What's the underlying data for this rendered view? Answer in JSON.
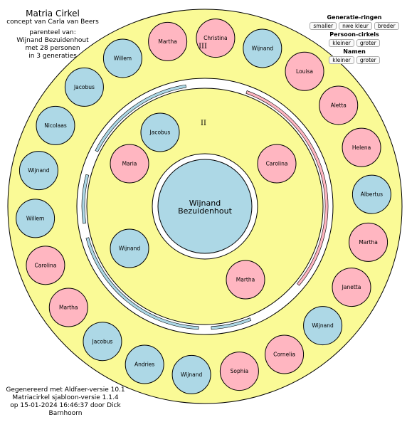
{
  "title": "Matria Cirkel",
  "subtitle": "concept van Carla van Beers",
  "info": {
    "line1": "parenteel van:",
    "line2": "Wijnand Bezuidenhout",
    "line3": "met 28 personen",
    "line4": "in 3 generaties"
  },
  "controls": {
    "generations": {
      "label": "Generatie-ringen",
      "smaller": "smaller",
      "new_color": "nwe kleur",
      "wider": "breder"
    },
    "persons": {
      "label": "Persoon-cirkels",
      "smaller": "kleiner",
      "larger": "groter"
    },
    "names": {
      "label": "Namen",
      "smaller": "kleiner",
      "larger": "groter"
    }
  },
  "footer": {
    "line1": "Gegenereerd met Aldfaer-versie 10.1",
    "line2": "Matriacirkel sjabloon-versie 1.1.4",
    "line3": "op 15-01-2024 16:46:37 door Dick Barnhoorn"
  },
  "colors": {
    "outer_ring": "#fafa96",
    "male": "#add8e6",
    "female": "#ffb6c1",
    "stroke": "#000000"
  },
  "generation_labels": {
    "gen2": "II",
    "gen3": "III"
  },
  "root": {
    "line1": "Wijnand",
    "line2": "Bezuidenhout",
    "gender": "m"
  },
  "generation2": [
    {
      "name": "Jacobus",
      "gender": "m"
    },
    {
      "name": "Carolina",
      "gender": "f"
    },
    {
      "name": "Martha",
      "gender": "f"
    },
    {
      "name": "Wijnand",
      "gender": "m"
    },
    {
      "name": "Maria",
      "gender": "f"
    }
  ],
  "generation3": [
    {
      "name": "Jacobus",
      "gender": "m"
    },
    {
      "name": "Willem",
      "gender": "m"
    },
    {
      "name": "Martha",
      "gender": "f"
    },
    {
      "name": "Christina",
      "gender": "f"
    },
    {
      "name": "Wijnand",
      "gender": "m"
    },
    {
      "name": "Louisa",
      "gender": "f"
    },
    {
      "name": "Aletta",
      "gender": "f"
    },
    {
      "name": "Helena",
      "gender": "f"
    },
    {
      "name": "Albertus",
      "gender": "m"
    },
    {
      "name": "Martha",
      "gender": "f"
    },
    {
      "name": "Janetta",
      "gender": "f"
    },
    {
      "name": "Wijnand",
      "gender": "m"
    },
    {
      "name": "Cornelia",
      "gender": "f"
    },
    {
      "name": "Sophia",
      "gender": "f"
    },
    {
      "name": "Wijnand",
      "gender": "m"
    },
    {
      "name": "Andries",
      "gender": "m"
    },
    {
      "name": "Jacobus",
      "gender": "m"
    },
    {
      "name": "Martha",
      "gender": "f"
    },
    {
      "name": "Carolina",
      "gender": "f"
    },
    {
      "name": "Willem",
      "gender": "m"
    },
    {
      "name": "Wijnand",
      "gender": "m"
    },
    {
      "name": "Nicolaas",
      "gender": "m"
    }
  ]
}
